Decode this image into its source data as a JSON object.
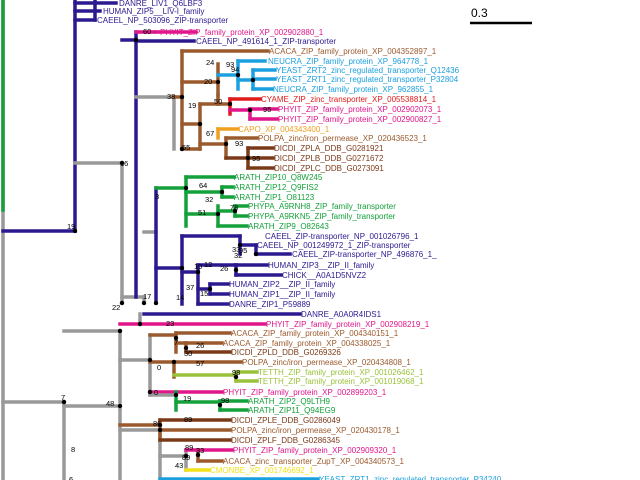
{
  "scale_bar": {
    "label": "0.3"
  },
  "colors": {
    "navy": "#2b1a8f",
    "grey": "#999999",
    "brown": "#9b5a2d",
    "blue": "#1a9fdf",
    "magenta": "#e0168a",
    "red": "#e01b1b",
    "orange": "#f0a020",
    "darkbrown": "#7a3a18",
    "green": "#14a03a",
    "olive": "#99c23a",
    "yellow": "#f2e21a",
    "black": "#000000"
  },
  "leaves": [
    {
      "text": "DANRE_LIV1_Q6LBF3",
      "color": "navy"
    },
    {
      "text": "HUMAN_ZIP5__LIV-I_family",
      "color": "navy"
    },
    {
      "text": "CAEEL_NP_503096_ZIP-transporter",
      "color": "navy"
    },
    {
      "text": "PHYIT_ZIP_family_protein_XP_002902880_1",
      "color": "magenta"
    },
    {
      "text": "CAEEL_NP_491614_1_ZIP-transporter",
      "color": "navy"
    },
    {
      "text": "ACACA_ZIP_family_protein_XP_004352897_1",
      "color": "brown"
    },
    {
      "text": "NEUCRA_ZIP_family_protein_XP_964778_1",
      "color": "blue"
    },
    {
      "text": "YEAST_ZRT2_zinc_regulated_transporter_Q12436",
      "color": "blue"
    },
    {
      "text": "YEAST_ZRT1_zinc_regulated_transporter_P32804",
      "color": "blue"
    },
    {
      "text": "NEUCRA_ZIP_family_protein_XP_962855_1",
      "color": "blue"
    },
    {
      "text": "CYAME_ZIP_zinc_transporter_XP_005538814_1",
      "color": "red"
    },
    {
      "text": "PHYIT_ZIP_family_protein_XP_002902073_1",
      "color": "magenta"
    },
    {
      "text": "PHYIT_ZIP_family_protein_XP_002900827_1",
      "color": "magenta"
    },
    {
      "text": "CAPO_XP_004343400_1",
      "color": "orange"
    },
    {
      "text": "POLPA_zinc/iron_permease_XP_020436523_1",
      "color": "brown"
    },
    {
      "text": "DICDI_ZPLA_DDB_G0281921",
      "color": "darkbrown"
    },
    {
      "text": "DICDI_ZPLB_DDB_G0271672",
      "color": "darkbrown"
    },
    {
      "text": "DICDI_ZPLC_DDB_G0273091",
      "color": "darkbrown"
    },
    {
      "text": "ARATH_ZIP10_Q8W245",
      "color": "green"
    },
    {
      "text": "ARATH_ZIP12_Q9FIS2",
      "color": "green"
    },
    {
      "text": "ARATH_ZIP1_O81123",
      "color": "green"
    },
    {
      "text": "PHYPA_A9RNH8_ZIP_family_transporter",
      "color": "green"
    },
    {
      "text": "PHYPA_A9RKN5_ZIP_family_transporter",
      "color": "green"
    },
    {
      "text": "ARATH_ZIP9_O82643",
      "color": "green"
    },
    {
      "text": "CAEEL_ZIP-transporter_NP_001026796_1",
      "color": "navy"
    },
    {
      "text": "CAEEL_NP_001249972_1_ZIP-transporter",
      "color": "navy"
    },
    {
      "text": "CAEEL_ZIP-transporter_NP_496876_1_",
      "color": "navy"
    },
    {
      "text": "HUMAN_ZIP3__ZIP_II_family",
      "color": "navy"
    },
    {
      "text": "CHICK__A0A1D5NVZ2",
      "color": "navy"
    },
    {
      "text": "HUMAN_ZIP2__ZIP_II_family",
      "color": "navy"
    },
    {
      "text": "HUMAN_ZIP1__ZIP_II_family",
      "color": "navy"
    },
    {
      "text": "DANRE_ZIP1_P59889",
      "color": "navy"
    },
    {
      "text": "DANRE_A0A0R4IDS1",
      "color": "navy"
    },
    {
      "text": "PHYIT_ZIP_family_protein_XP_002908219_1",
      "color": "magenta"
    },
    {
      "text": "ACACA_ZIP_family_protein_XP_004340151_1",
      "color": "brown"
    },
    {
      "text": "ACACA_ZIP_family_protein_XP_004338025_1",
      "color": "brown"
    },
    {
      "text": "DICDI_ZPLD_DDB_G0269326",
      "color": "darkbrown"
    },
    {
      "text": "POLPA_zinc/iron_permease_XP_020434808_1",
      "color": "brown"
    },
    {
      "text": "TETTH_ZIP_family_protein_XP_001026462_1",
      "color": "olive"
    },
    {
      "text": "TETTH_ZIP_family_protein_XP_001019068_1",
      "color": "olive"
    },
    {
      "text": "PHYIT_ZIP_family_protein_XP_002899203_1",
      "color": "magenta"
    },
    {
      "text": "ARATH_ZIP2_Q9LTH9",
      "color": "green"
    },
    {
      "text": "ARATH_ZIP11_Q94EG9",
      "color": "green"
    },
    {
      "text": "DICDI_ZPLE_DDB_G0286049",
      "color": "darkbrown"
    },
    {
      "text": "POLPA_zinc/iron_permease_XP_020430178_1",
      "color": "brown"
    },
    {
      "text": "DICDI_ZPLF_DDB_G0286345",
      "color": "darkbrown"
    },
    {
      "text": "PHYIT_ZIP_family_protein_XP_002909320_1",
      "color": "magenta"
    },
    {
      "text": "ACACA_zinc_transporter_ZupT_XP_004340573_1",
      "color": "brown"
    },
    {
      "text": "CMONBE_XP_001746692_1",
      "color": "yellow"
    },
    {
      "text": "YEAST_ZRT1_zinc_regulated_transporter_P34240",
      "color": "blue"
    }
  ],
  "support_values": [
    "60",
    "38",
    "16",
    "24",
    "20",
    "93",
    "94",
    "50",
    "95",
    "19",
    "67",
    "93",
    "55",
    "95",
    "64",
    "32",
    "51",
    "78",
    "33",
    "95",
    "32",
    "12",
    "26",
    "10",
    "37",
    "15",
    "17",
    "3",
    "14",
    "23",
    "7",
    "26",
    "30",
    "57",
    "0",
    "98",
    "0",
    "19",
    "98",
    "89",
    "22",
    "48",
    "7",
    "19",
    "89",
    "86",
    "33",
    "89",
    "43",
    "8",
    "6"
  ]
}
